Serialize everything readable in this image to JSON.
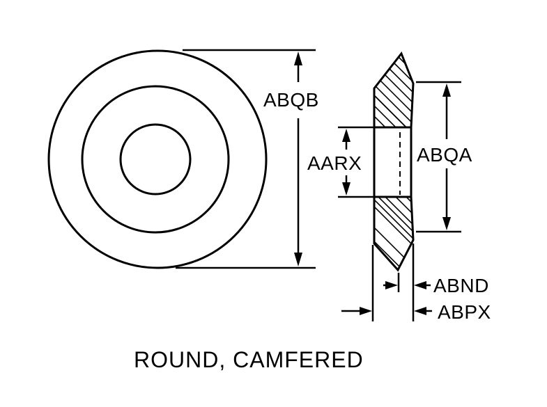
{
  "caption": "ROUND, CAMFERED",
  "labels": {
    "abqb": "ABQB",
    "aarx": "AARX",
    "abqa": "ABQA",
    "abnd": "ABND",
    "abpx": "ABPX"
  }
}
